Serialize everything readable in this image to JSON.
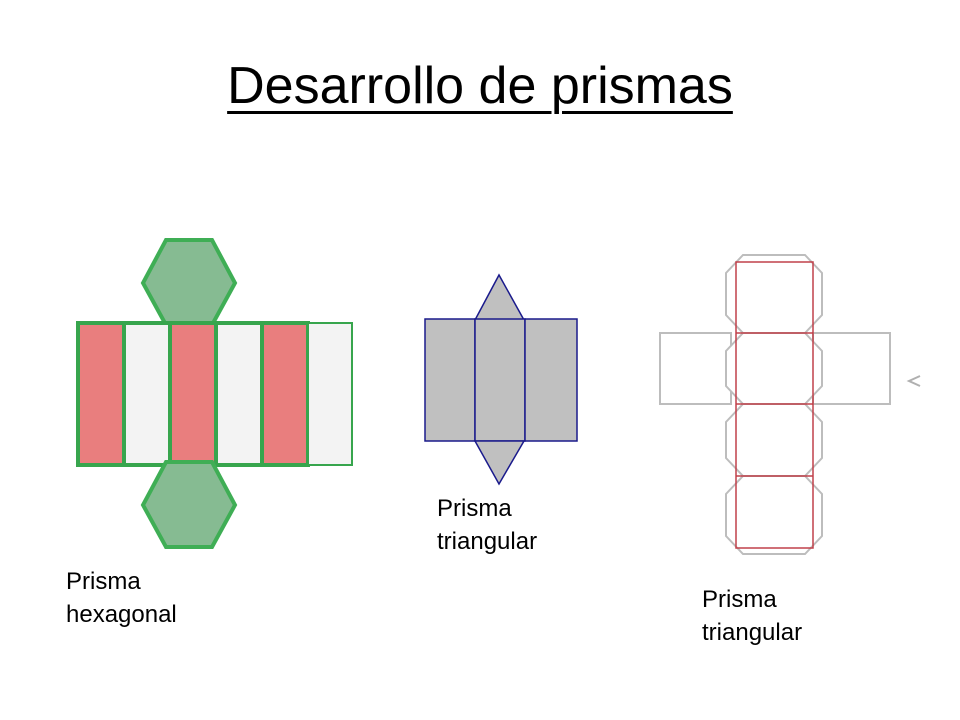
{
  "slide": {
    "title": "Desarrollo de prismas"
  },
  "nets": [
    {
      "label_line1": "Prisma",
      "label_line2": "hexagonal"
    },
    {
      "label_line1": "Prisma",
      "label_line2": "triangular"
    },
    {
      "label_line1": "Prisma",
      "label_line2": "triangular"
    }
  ],
  "colors": {
    "hexagon_fill": "#86bb92",
    "hexagon_stroke": "#3fae55",
    "red_face": "#e97e7e",
    "white_face": "#f3f3f3",
    "green_border": "#37a54d",
    "triangle_net_fill": "#c0c0c0",
    "triangle_net_stroke": "#1a1a8c",
    "light_net_stroke": "#bdbdbd",
    "red_line": "#c0404a"
  }
}
